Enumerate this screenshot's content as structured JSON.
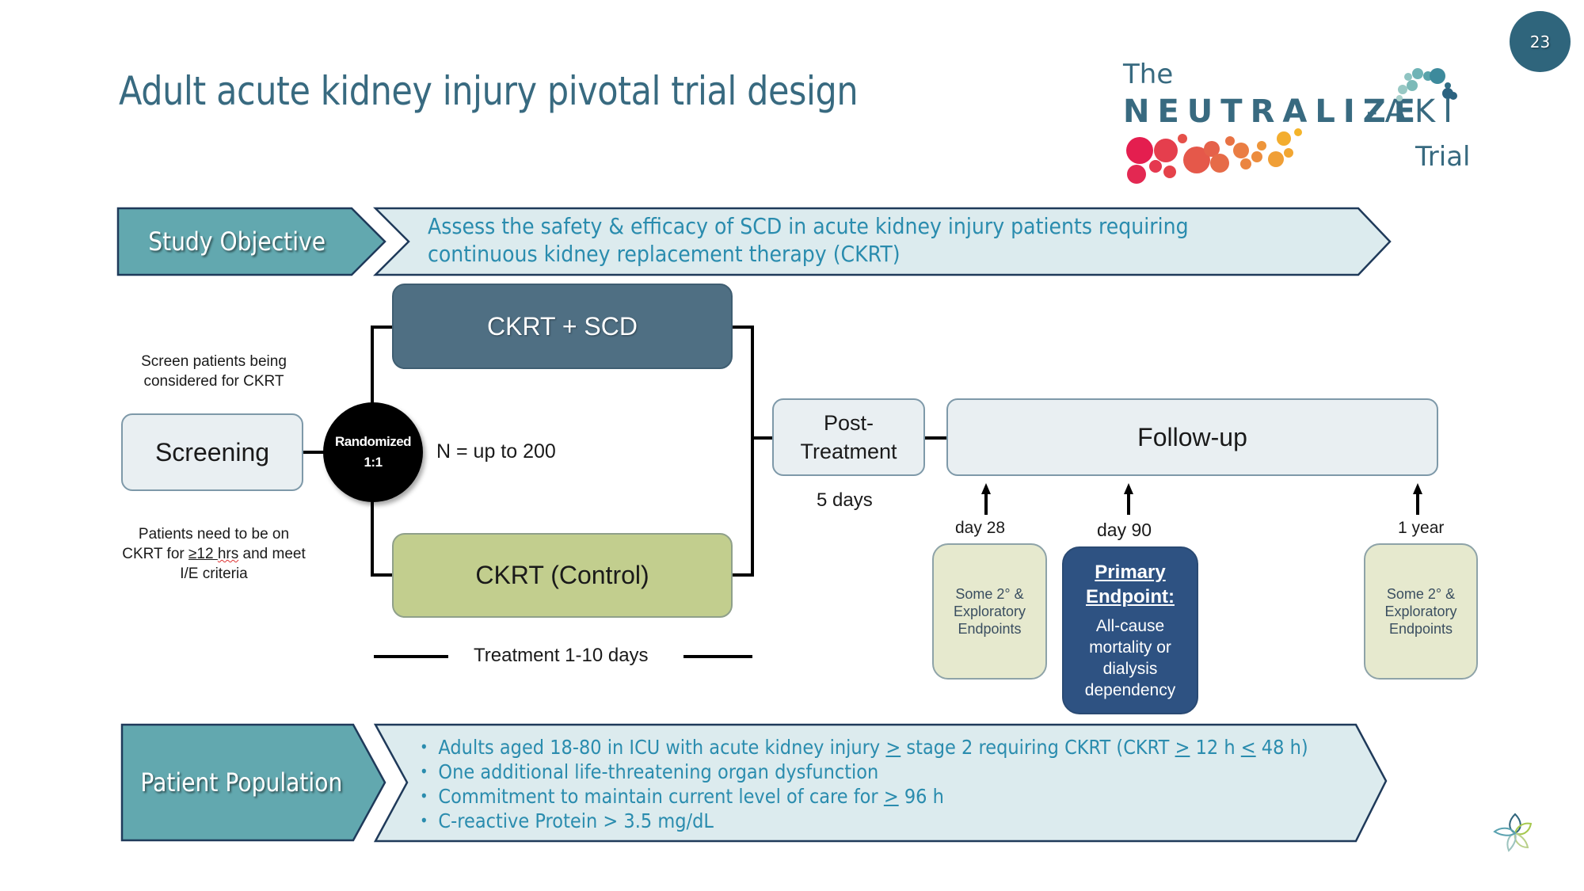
{
  "slide": {
    "title": "Adult acute kidney injury pivotal trial design",
    "page_number": "23"
  },
  "logo": {
    "the": "The",
    "name": "NEUTRALIZE",
    "suffix": "-AKI",
    "trial": "Trial"
  },
  "objective": {
    "label": "Study Objective",
    "text": "Assess the safety & efficacy of SCD in acute kidney injury patients requiring continuous kidney replacement therapy (CKRT)"
  },
  "flow": {
    "screen_note": "Screen patients being considered for CKRT",
    "screening": "Screening",
    "criteria_note_pre": "Patients need to be on CKRT for ",
    "criteria_note_ge": "≥12 ",
    "criteria_note_hrs": "hrs",
    "criteria_note_post": " and meet I/E criteria",
    "randomized_line1": "Randomized",
    "randomized_line2": "1:1",
    "n_label": "N = up to 200",
    "arm_treatment": "CKRT + SCD",
    "arm_control": "CKRT (Control)",
    "treatment_duration": "Treatment 1-10 days",
    "post_treatment_line1": "Post-",
    "post_treatment_line2": "Treatment",
    "post_treatment_duration": "5 days",
    "followup": "Follow-up"
  },
  "endpoints": {
    "day28": {
      "time": "day 28",
      "text_l1": "Some 2° &",
      "text_l2": "Exploratory",
      "text_l3": "Endpoints"
    },
    "day90": {
      "time": "day 90",
      "heading_l1": "Primary",
      "heading_l2": "Endpoint:",
      "body_l1": "All-cause",
      "body_l2": "mortality or",
      "body_l3": "dialysis",
      "body_l4": "dependency"
    },
    "year1": {
      "time": "1 year",
      "text_l1": "Some 2° &",
      "text_l2": "Exploratory",
      "text_l3": "Endpoints"
    }
  },
  "population": {
    "label": "Patient Population",
    "items": [
      {
        "a": "Adults aged 18-80 in ICU with acute kidney injury ",
        "ge1": ">",
        "b": " stage 2 requiring CKRT (CKRT ",
        "ge2": ">",
        "c": " 12 h ",
        "le": "<",
        "d": " 48 h)"
      },
      {
        "a": "One additional life-threatening organ dysfunction"
      },
      {
        "a": "Commitment to maintain current level of care for ",
        "ge1": ">",
        "b": " 96 h"
      },
      {
        "a": "C-reactive Protein > 3.5 mg/dL"
      }
    ]
  },
  "colors": {
    "title": "#386A80",
    "label_chevron": "#62A8AF",
    "text_chevron": "#DCEBEE",
    "chevron_border": "#1F3A5A",
    "accent_text": "#2A8CAE",
    "arm_treatment": "#4F6F83",
    "arm_control": "#C2CE8E",
    "primary_endpoint": "#2E5282",
    "secondary_endpoint": "#E6E9CE",
    "page_badge": "#2F657C"
  }
}
